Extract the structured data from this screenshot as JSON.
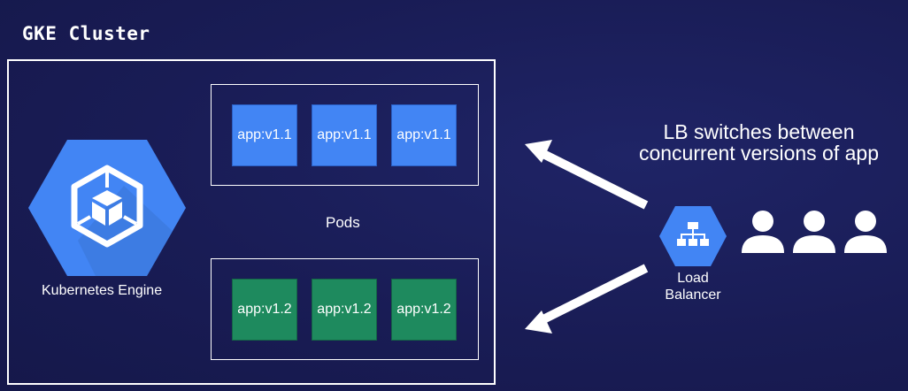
{
  "cluster": {
    "title": "GKE Cluster"
  },
  "engine": {
    "label": "Kubernetes Engine",
    "icon": "kubernetes-engine-icon",
    "color": "#4285f4"
  },
  "pods": {
    "label": "Pods",
    "groups": [
      {
        "version": "v1.1",
        "color": "#4285f4",
        "pods": [
          "app:v1.1",
          "app:v1.1",
          "app:v1.1"
        ]
      },
      {
        "version": "v1.2",
        "color": "#1e8a5e",
        "pods": [
          "app:v1.2",
          "app:v1.2",
          "app:v1.2"
        ]
      }
    ]
  },
  "load_balancer": {
    "caption_line1": "LB switches between",
    "caption_line2": "concurrent versions of app",
    "label_line1": "Load",
    "label_line2": "Balancer",
    "icon": "load-balancer-icon",
    "color": "#4285f4"
  },
  "users": {
    "icon": "user-icon",
    "count": 3
  },
  "colors": {
    "background": "#191c55",
    "v1": "#4285f4",
    "v2": "#1e8a5e",
    "arrow": "#ffffff"
  }
}
